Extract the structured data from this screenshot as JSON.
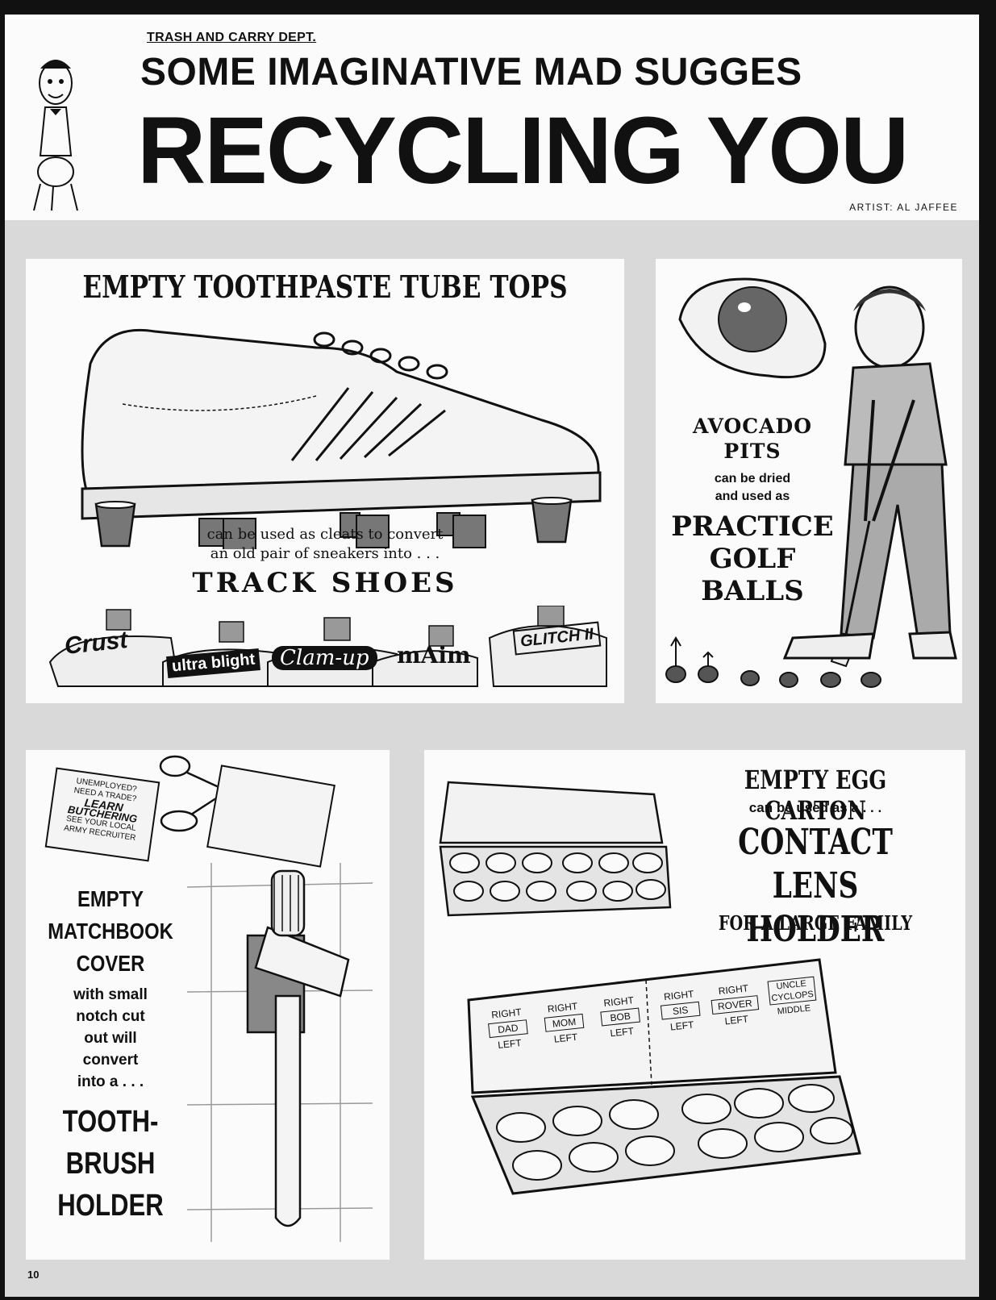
{
  "header": {
    "department": "TRASH AND CARRY DEPT.",
    "title_line1": "SOME IMAGINATIVE MAD SUGGES",
    "title_line2": "RECYCLING YOU",
    "artist_credit": "ARTIST: AL JAFFEE"
  },
  "panel_toothpaste": {
    "heading": "EMPTY TOOTHPASTE TUBE TOPS",
    "body_line1": "can be used as cleats to convert",
    "body_line2": "an old pair of sneakers into . . .",
    "result": "TRACK SHOES",
    "brands": [
      "Crust",
      "ultra blight",
      "Clam-up",
      "mAim",
      "GLITCH II"
    ]
  },
  "panel_avocado": {
    "heading_line1": "AVOCADO",
    "heading_line2": "PITS",
    "body_line1": "can be dried",
    "body_line2": "and used as",
    "result_line1": "PRACTICE",
    "result_line2": "GOLF",
    "result_line3": "BALLS"
  },
  "panel_matchbook": {
    "heading_line1": "EMPTY",
    "heading_line2": "MATCHBOOK",
    "heading_line3": "COVER",
    "body_line1": "with small",
    "body_line2": "notch cut",
    "body_line3": "out will",
    "body_line4": "convert",
    "body_line5": "into a . . .",
    "result_line1": "TOOTH-",
    "result_line2": "BRUSH",
    "result_line3": "HOLDER",
    "matchbook_text": [
      "UNEMPLOYED?",
      "NEED A TRADE?",
      "LEARN",
      "BUTCHERING",
      "SEE YOUR LOCAL",
      "ARMY RECRUITER"
    ]
  },
  "panel_eggcarton": {
    "heading": "EMPTY EGG CARTON",
    "body": "can be used as a . . .",
    "result_line1": "CONTACT LENS",
    "result_line2": "HOLDER",
    "subtitle": "FOR A LARGE FAMILY",
    "labels": [
      {
        "name": "DAD",
        "top": "RIGHT",
        "bottom": "LEFT"
      },
      {
        "name": "MOM",
        "top": "RIGHT",
        "bottom": "LEFT"
      },
      {
        "name": "BOB",
        "top": "RIGHT",
        "bottom": "LEFT"
      },
      {
        "name": "SIS",
        "top": "RIGHT",
        "bottom": "LEFT"
      },
      {
        "name": "ROVER",
        "top": "RIGHT",
        "bottom": "LEFT"
      },
      {
        "name": "UNCLE CYCLOPS",
        "top": "",
        "bottom": "MIDDLE"
      }
    ]
  },
  "page_number": "10"
}
